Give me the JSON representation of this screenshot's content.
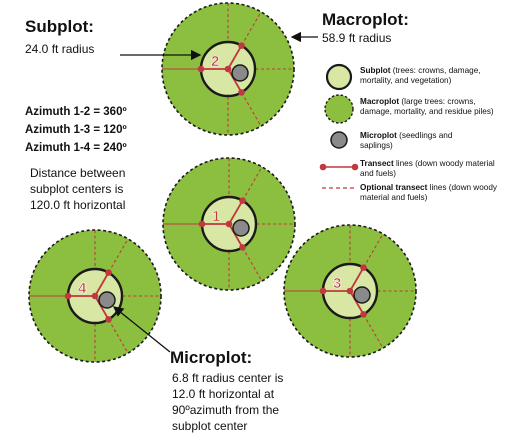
{
  "labels": {
    "subplot_title": "Subplot:",
    "subplot_radius": "24.0 ft radius",
    "macroplot_title": "Macroplot:",
    "macroplot_radius": "58.9 ft radius",
    "azimuths": [
      "Azimuth 1-2 = 360º",
      "Azimuth 1-3 = 120º",
      "Azimuth 1-4 = 240º"
    ],
    "distance_lines": [
      "Distance between",
      "subplot centers is",
      "120.0 ft horizontal"
    ],
    "microplot_title": "Microplot:",
    "microplot_lines": [
      "6.8 ft radius center is",
      "12.0 ft horizontal at",
      "90ºazimuth from the",
      "subplot center"
    ]
  },
  "plots": [
    {
      "number": "1"
    },
    {
      "number": "2"
    },
    {
      "number": "3"
    },
    {
      "number": "4"
    }
  ],
  "legend": {
    "subplot": {
      "term": "Subplot",
      "desc": " (trees: crowns, damage, mortality, and vegetation)"
    },
    "macroplot": {
      "term": "Macroplot",
      "desc": " (large trees: crowns, damage, mortality, and residue piles)"
    },
    "microplot": {
      "term": "Microplot",
      "desc": " (seedlings and saplings)"
    },
    "transect": {
      "term": "Transect",
      "desc": " lines (down woody material and fuels)"
    },
    "optional": {
      "term": "Optional transect",
      "desc": " lines (down woody material and fuels)"
    }
  },
  "colors": {
    "macroplot_fill": "#8cbf3f",
    "subplot_fill": "#d8e8a4",
    "microplot_fill": "#8a8a8a",
    "transect": "#c0393f",
    "outline": "#1a1a1a"
  }
}
